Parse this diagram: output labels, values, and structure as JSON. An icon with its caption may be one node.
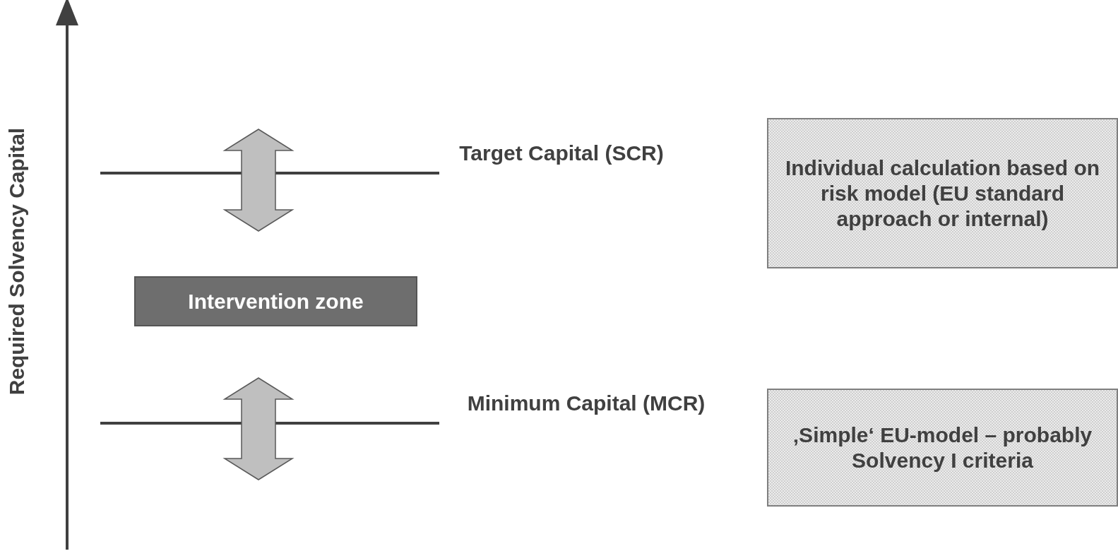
{
  "diagram": {
    "nodes": [
      {
        "text": [
          "Intervention zone"
        ]
      },
      {
        "text": [
          "Individual calculation based on risk model (EU standard approach or internal)"
        ]
      },
      {
        "text": [
          "‚Simple‘ EU-model – probably Solvency I criteria"
        ]
      }
    ],
    "labels": [
      "Required Solvency Capital",
      "Target Capital (SCR)",
      "Minimum Capital (MCR)"
    ]
  }
}
